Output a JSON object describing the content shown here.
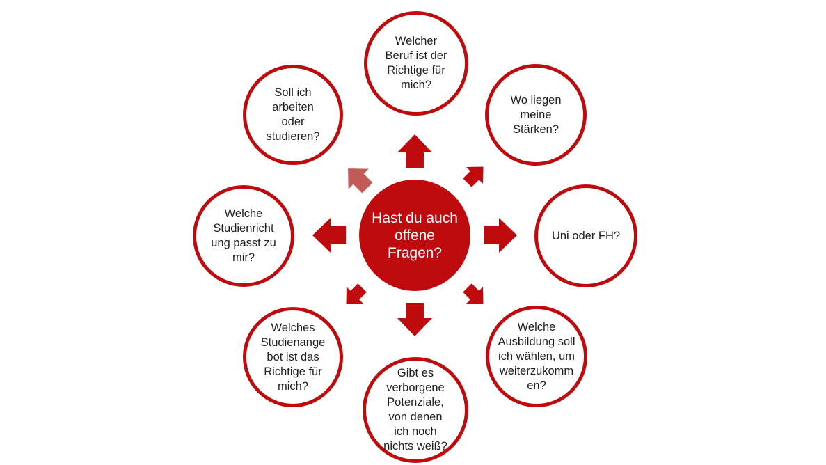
{
  "diagram": {
    "center_node": {
      "text": "Hast du auch\noffene\nFragen?"
    },
    "nodes": [
      {
        "position": "top",
        "text": "Welcher\nBeruf ist der\nRichtige für\nmich?"
      },
      {
        "position": "top-right",
        "text": "Wo liegen\nmeine\nStärken?"
      },
      {
        "position": "right",
        "text": "Uni oder FH?"
      },
      {
        "position": "bottom-right",
        "text": "Welche\nAusbildung soll\nich wählen, um\nweiterzukomm\nen?"
      },
      {
        "position": "bottom",
        "text": "Gibt es\nverborgene\nPotenziale,\nvon denen\nich noch\nnichts weiß?"
      },
      {
        "position": "bottom-left",
        "text": "Welches\nStudienange\nbot ist das\nRichtige für\nmich?"
      },
      {
        "position": "left",
        "text": "Welche\nStudienricht\nung passt zu\nmir?"
      },
      {
        "position": "top-left",
        "text": "Soll ich\narbeiten\noder\nstudieren?"
      }
    ],
    "arrows": [
      {
        "direction": "up",
        "style": "solid"
      },
      {
        "direction": "up-right",
        "style": "solid"
      },
      {
        "direction": "right",
        "style": "solid"
      },
      {
        "direction": "down-right",
        "style": "solid"
      },
      {
        "direction": "down",
        "style": "solid"
      },
      {
        "direction": "down-left",
        "style": "solid"
      },
      {
        "direction": "left",
        "style": "solid"
      },
      {
        "direction": "up-left",
        "style": "muted"
      }
    ],
    "colors": {
      "primary_red": "#C00B0E",
      "muted_red": "#C05B57",
      "node_fill": "#FFFFFF",
      "text_dark": "#1F1F1F",
      "center_text": "#FFFFFF"
    }
  }
}
